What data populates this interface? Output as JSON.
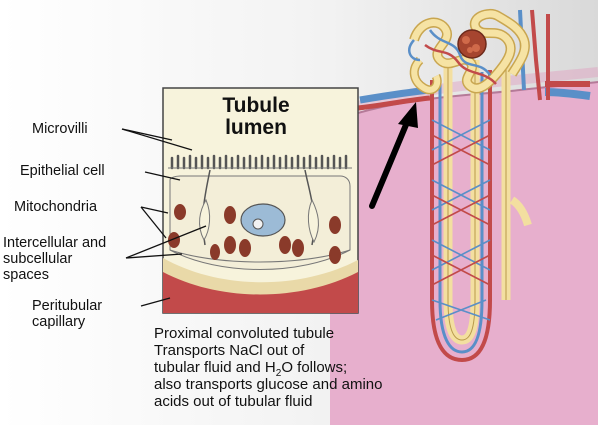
{
  "title": {
    "line1": "Tubule",
    "line2": "lumen"
  },
  "labels": {
    "microvilli": "Microvilli",
    "epithelial_cell": "Epithelial cell",
    "mitochondria": "Mitochondria",
    "intercellular_1": "Intercellular and",
    "intercellular_2": "subcellular",
    "intercellular_3": "spaces",
    "peritubular_1": "Peritubular",
    "peritubular_2": "capillary"
  },
  "caption": {
    "line1": "Proximal convoluted tubule",
    "line2": "Transports NaCl out of",
    "line3_pre": "tubular fluid and H",
    "line3_sub": "2",
    "line3_post": "O follows;",
    "line4": "also transports glucose and amino",
    "line5": "acids out of tubular fluid"
  },
  "colors": {
    "background": "#ffffff",
    "kidney_tissue": "#e8b0cf",
    "tubule": "#f3dfa0",
    "capillary_red": "#c24a4a",
    "capillary_blue": "#5a8fc8",
    "cytoplasm": "#f4eed2",
    "mitochondria": "#8a3a2a",
    "nucleus": "#9cbbd6"
  },
  "icons": [
    "pointer-arrow-icon"
  ]
}
